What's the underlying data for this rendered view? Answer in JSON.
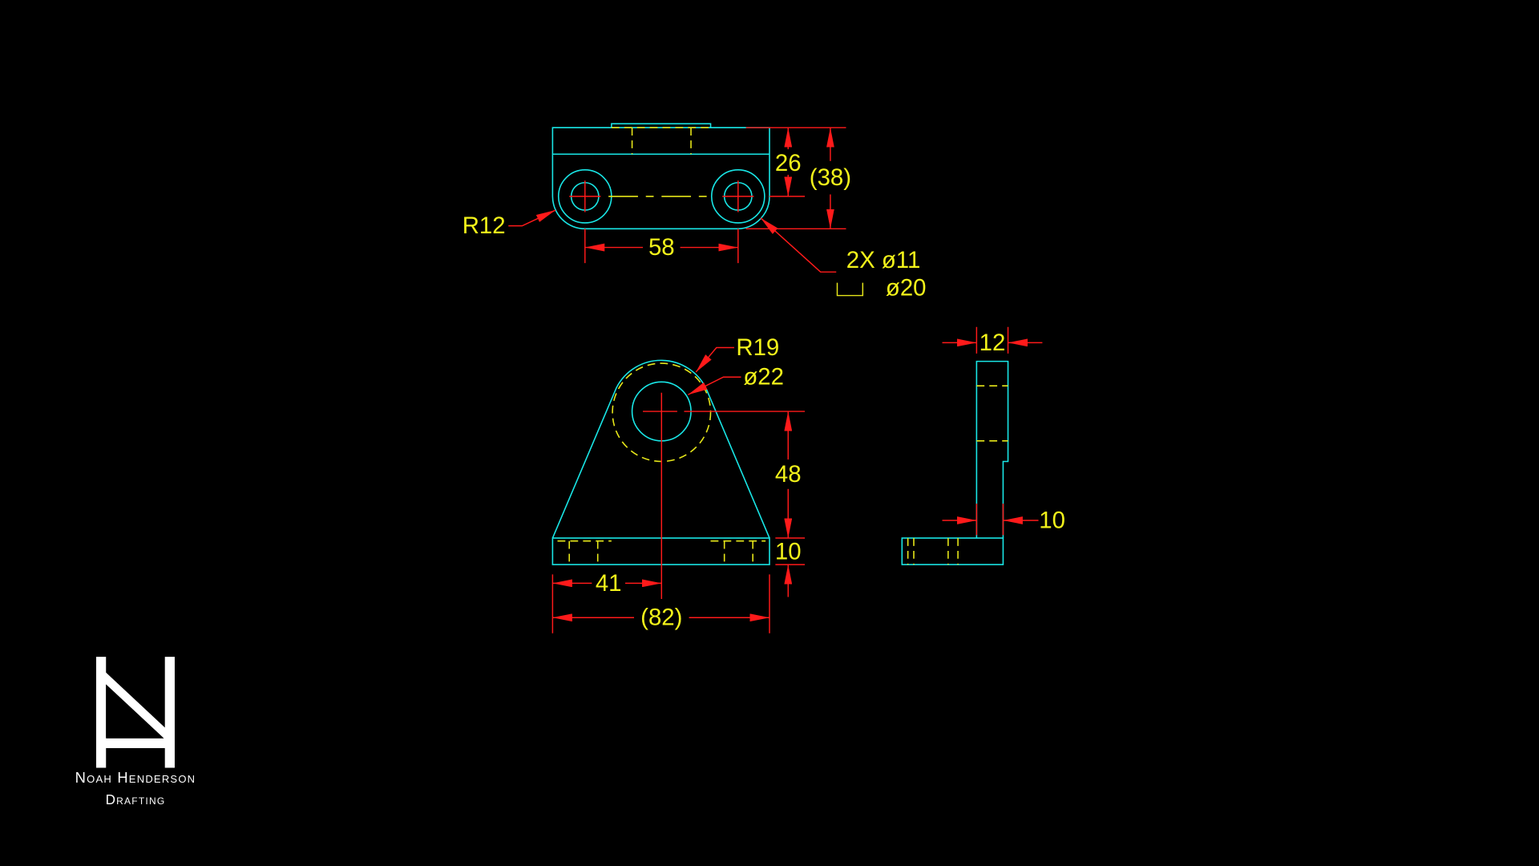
{
  "drawing": {
    "top_view": {
      "dim_height": "26",
      "dim_overall_height": "(38)",
      "dim_hole_spacing": "58",
      "radius": "R12",
      "hole_note_line1": "2X  ø11",
      "hole_note_line2": "ø20"
    },
    "front_view": {
      "radius": "R19",
      "hole_diameter": "ø22",
      "dim_center_height": "48",
      "dim_base_thickness": "10",
      "dim_half_width": "41",
      "dim_overall_width": "(82)"
    },
    "side_view": {
      "dim_top_thickness": "12",
      "dim_plate_thickness": "10"
    }
  },
  "logo": {
    "monogram": "NH",
    "name": "Noah Henderson",
    "subtitle": "Drafting"
  },
  "colors": {
    "object": "#19e6e6",
    "hidden": "#e6e619",
    "dimension": "#ff1a1a",
    "text": "#f2f21a",
    "background": "#000000"
  }
}
